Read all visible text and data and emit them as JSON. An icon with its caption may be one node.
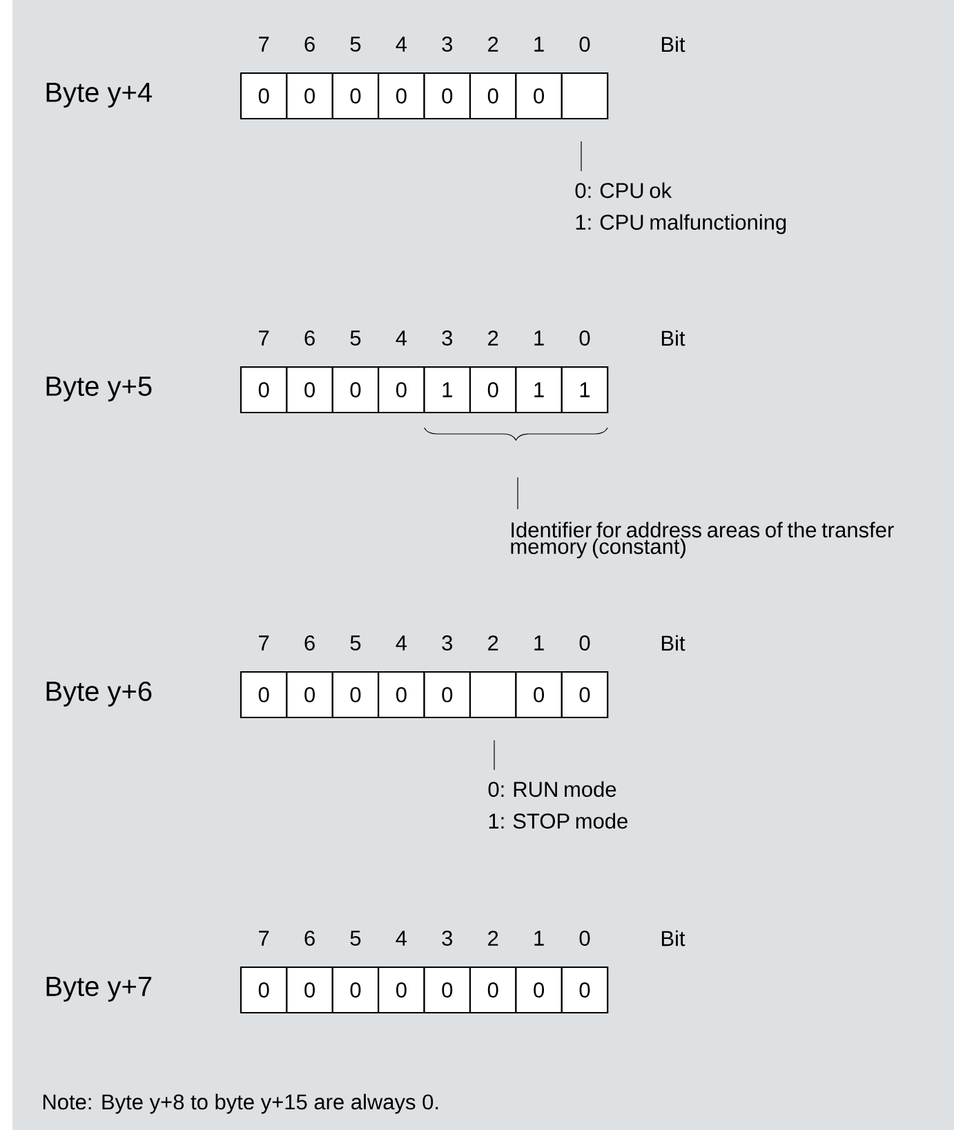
{
  "diagram": {
    "nodes": [
      {
        "text": [
          "0"
        ]
      },
      {
        "text": [
          "0"
        ]
      },
      {
        "text": [
          "0"
        ]
      },
      {
        "text": [
          "0"
        ]
      },
      {
        "text": [
          "0"
        ]
      },
      {
        "text": [
          "0"
        ]
      },
      {
        "text": [
          "0"
        ]
      },
      {
        "text": [],
        "shape": "box"
      },
      {
        "text": [
          "0: CPU ok",
          "1: CPU malfunctioning"
        ]
      },
      {
        "text": [
          "0"
        ]
      },
      {
        "text": [
          "0"
        ]
      },
      {
        "text": [
          "0"
        ]
      },
      {
        "text": [
          "0"
        ]
      },
      {
        "text": [
          "1"
        ]
      },
      {
        "text": [
          "0"
        ]
      },
      {
        "text": [
          "1"
        ]
      },
      {
        "text": [
          "1"
        ]
      },
      {
        "text": [
          "Identifier for address areas of the transfer memory (constant)"
        ]
      },
      {
        "text": [
          "0"
        ]
      },
      {
        "text": [
          "0"
        ]
      },
      {
        "text": [
          "0"
        ]
      },
      {
        "text": [
          "0"
        ]
      },
      {
        "text": [
          "0"
        ]
      },
      {
        "text": [],
        "shape": "box"
      },
      {
        "text": [
          "0"
        ]
      },
      {
        "text": [
          "0"
        ]
      },
      {
        "text": [
          "0: RUN mode",
          "1: STOP mode"
        ]
      },
      {
        "text": [
          "0"
        ]
      },
      {
        "text": [
          "0"
        ]
      },
      {
        "text": [
          "0"
        ]
      },
      {
        "text": [
          "0"
        ]
      },
      {
        "text": [
          "0"
        ]
      },
      {
        "text": [
          "0"
        ]
      },
      {
        "text": [
          "0"
        ]
      },
      {
        "text": [
          "0"
        ]
      }
    ],
    "edges": [
      {
        "from": 8,
        "to": 7,
        "arrow": "none"
      },
      {
        "from": 17,
        "to": null,
        "arrow": "none"
      },
      {
        "from": 26,
        "to": 23,
        "arrow": "none"
      }
    ],
    "labels": [
      "7",
      "6",
      "5",
      "4",
      "3",
      "2",
      "1",
      "0",
      "Bit",
      "Byte y+4",
      "7",
      "6",
      "5",
      "4",
      "3",
      "2",
      "1",
      "0",
      "Bit",
      "Byte y+5",
      "7",
      "6",
      "5",
      "4",
      "3",
      "2",
      "1",
      "0",
      "Bit",
      "Byte y+6",
      "7",
      "6",
      "5",
      "4",
      "3",
      "2",
      "1",
      "0",
      "Bit",
      "Byte y+7",
      "Note: Byte y+8 to byte y+15 are always 0."
    ]
  }
}
